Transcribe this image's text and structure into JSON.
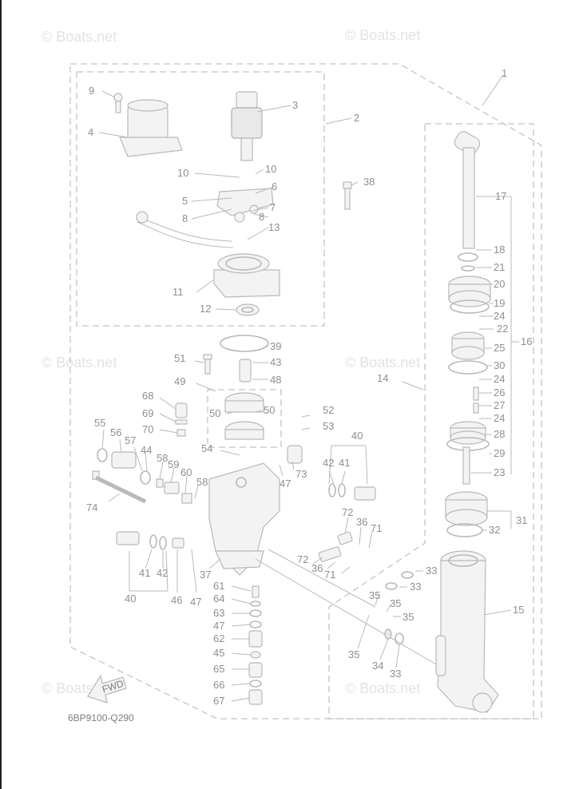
{
  "watermarks": [
    "© Boats.net",
    "© Boats.net",
    "© Boats.net",
    "© Boats.net",
    "© Boats.net",
    "© Boats.net"
  ],
  "diagram_code": "6BP9100-Q290",
  "fwd_label": "FWD",
  "callouts": {
    "c1": "1",
    "c2": "2",
    "c3": "3",
    "c4": "4",
    "c5": "5",
    "c6": "6",
    "c7": "7",
    "c8a": "8",
    "c8b": "8",
    "c9": "9",
    "c10a": "10",
    "c10b": "10",
    "c11": "11",
    "c12": "12",
    "c13": "13",
    "c14": "14",
    "c15": "15",
    "c16": "16",
    "c17": "17",
    "c18": "18",
    "c19": "19",
    "c20": "20",
    "c21": "21",
    "c22": "22",
    "c23": "23",
    "c24a": "24",
    "c24b": "24",
    "c24c": "24",
    "c25": "25",
    "c26": "26",
    "c27": "27",
    "c28": "28",
    "c29": "29",
    "c30": "30",
    "c31": "31",
    "c32": "32",
    "c33a": "33",
    "c33b": "33",
    "c33c": "33",
    "c34": "34",
    "c35a": "35",
    "c35b": "35",
    "c35c": "35",
    "c35d": "35",
    "c36a": "36",
    "c36b": "36",
    "c37": "37",
    "c38": "38",
    "c39": "39",
    "c40a": "40",
    "c40b": "40",
    "c41a": "41",
    "c41b": "41",
    "c42a": "42",
    "c42b": "42",
    "c43": "43",
    "c44": "44",
    "c45": "45",
    "c46": "46",
    "c47a": "47",
    "c47b": "47",
    "c47c": "47",
    "c48": "48",
    "c49": "49",
    "c50a": "50",
    "c50b": "50",
    "c51": "51",
    "c52": "52",
    "c53": "53",
    "c54": "54",
    "c55": "55",
    "c56": "56",
    "c57": "57",
    "c58a": "58",
    "c58b": "58",
    "c59": "59",
    "c60": "60",
    "c61": "61",
    "c62": "62",
    "c63": "63",
    "c64": "64",
    "c65": "65",
    "c66": "66",
    "c67": "67",
    "c68": "68",
    "c69": "69",
    "c70": "70",
    "c71a": "71",
    "c71b": "71",
    "c72a": "72",
    "c72b": "72",
    "c73": "73",
    "c74": "74"
  }
}
